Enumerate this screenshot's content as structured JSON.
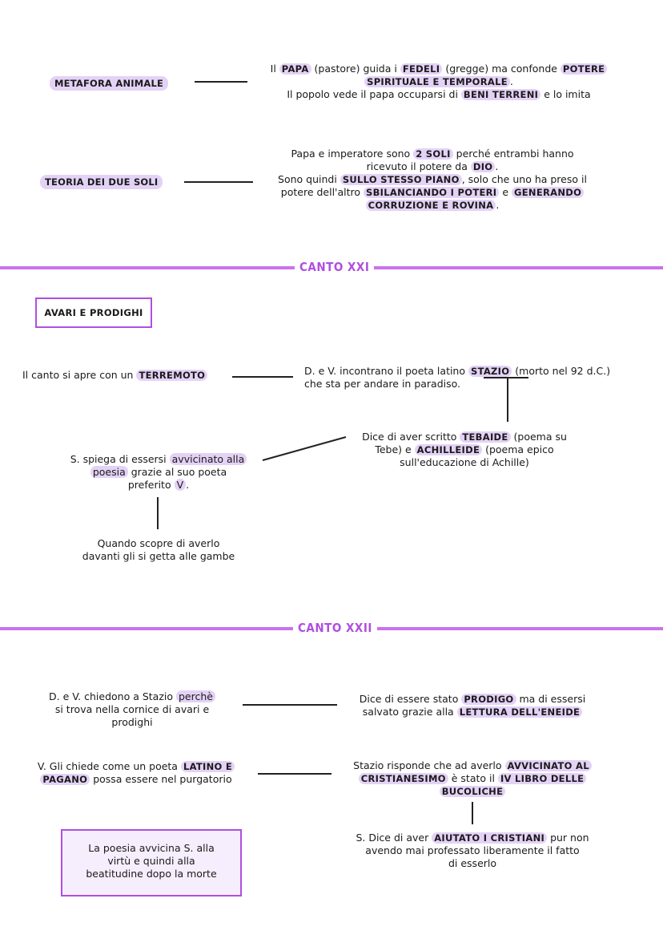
{
  "section1": {
    "metafora_label": "METAFORA ANIMALE",
    "metafora_text": {
      "l1a": "Il ",
      "papa": "PAPA",
      "l1b": " (pastore) guida i ",
      "fedeli": "FEDELI",
      "l1c": " (gregge) ma confonde ",
      "potere": "POTERE",
      "spirituale": "SPIRITUALE E TEMPORALE",
      "dot": ".",
      "l3a": "Il popolo vede il papa occuparsi di ",
      "beni": "BENI TERRENI",
      "l3b": " e lo imita"
    },
    "soli_label": "TEORIA DEI DUE SOLI",
    "soli_text": {
      "l1a": "Papa e imperatore sono ",
      "due_soli": "2 SOLI",
      "l1b": " perché entrambi hanno",
      "l2a": "ricevuto il potere da ",
      "dio": "DIO",
      "l2b": ".",
      "l3a": "Sono quindi ",
      "stesso": "SULLO STESSO PIANO",
      "l3b": ", solo che uno ha preso il",
      "l4a": "potere dell'altro ",
      "sbil": "SBILANCIANDO I POTERI",
      "l4b": " e ",
      "gen": "GENERANDO",
      "corr": "CORRUZIONE E ROVINA",
      "l5b": "."
    }
  },
  "canto21": {
    "title": "CANTO XXI",
    "box_label": "AVARI E PRODIGHI",
    "terremoto": {
      "a": "Il canto si apre con un ",
      "b": "TERREMOTO"
    },
    "incontro": {
      "l1a": "D. e V. incontrano il poeta latino ",
      "stazio": "STAZIO",
      "l1b": " (morto nel 92 d.C.)",
      "l2": "che sta per andare in paradiso."
    },
    "tebaide": {
      "l1a": "Dice di aver scritto ",
      "teb": "TEBAIDE",
      "l1b": " (poema su",
      "l2a": "Tebe) e ",
      "ach": "ACHILLEIDE",
      "l2b": " (poema epico",
      "l3": "sull'educazione di Achille)"
    },
    "poesia": {
      "l1a": "S. spiega di essersi ",
      "avv": "avvicinato alla",
      "poesia": "poesia",
      "l2b": " grazie al suo poeta",
      "l3a": "preferito ",
      "v": "V",
      "l3b": "."
    },
    "gambe": {
      "l1": "Quando scopre di averlo",
      "l2": "davanti gli si getta alle gambe"
    }
  },
  "canto22": {
    "title": "CANTO XXII",
    "perche": {
      "l1a": "D. e V. chiedono a Stazio ",
      "perche": "perchè",
      "l2": "si trova nella cornice di avari e",
      "l3": "prodighi"
    },
    "prodigo": {
      "l1a": "Dice di essere stato ",
      "prod": "PRODIGO",
      "l1b": " ma di essersi",
      "l2a": "salvato grazie alla ",
      "lett": "LETTURA DELL'ENEIDE"
    },
    "latino": {
      "l1a": "V. Gli chiede come un poeta ",
      "lat": "LATINO E",
      "pag": "PAGANO",
      "l2b": " possa essere nel purgatorio"
    },
    "crist": {
      "l1a": "Stazio risponde che ad averlo ",
      "avv": "AVVICINATO AL",
      "cri": "CRISTIANESIMO",
      "l2b": " è stato il ",
      "iv": "IV LIBRO DELLE",
      "buc": "BUCOLICHE"
    },
    "aiutato": {
      "l1a": "S. Dice di aver ",
      "aiu": "AIUTATO I CRISTIANI",
      "l1b": " pur non",
      "l2": "avendo mai professato liberamente il fatto",
      "l3": "di esserlo"
    },
    "box_text": {
      "l1": "La poesia avvicina S. alla",
      "l2": "virtù e quindi alla",
      "l3": "beatitudine dopo la morte"
    }
  }
}
